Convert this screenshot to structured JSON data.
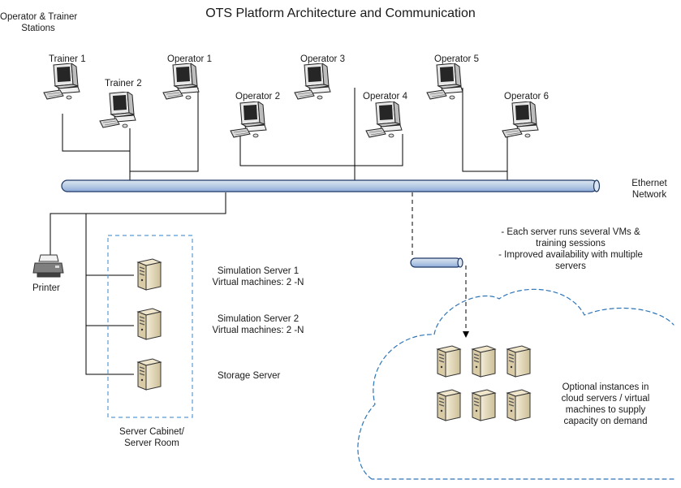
{
  "diagram": {
    "title": "OTS Platform Architecture and Communication",
    "stations_group_label": [
      "Operator & Trainer",
      "Stations"
    ],
    "network_label": [
      "Ethernet",
      "Network"
    ],
    "workstations": [
      {
        "id": "trainer-1",
        "label": "Trainer 1",
        "icon": "desktop-computer-icon"
      },
      {
        "id": "trainer-2",
        "label": "Trainer 2",
        "icon": "desktop-computer-icon"
      },
      {
        "id": "operator-1",
        "label": "Operator 1",
        "icon": "desktop-computer-icon"
      },
      {
        "id": "operator-2",
        "label": "Operator 2",
        "icon": "desktop-computer-icon"
      },
      {
        "id": "operator-3",
        "label": "Operator 3",
        "icon": "desktop-computer-icon"
      },
      {
        "id": "operator-4",
        "label": "Operator 4",
        "icon": "desktop-computer-icon"
      },
      {
        "id": "operator-5",
        "label": "Operator 5",
        "icon": "desktop-computer-icon"
      },
      {
        "id": "operator-6",
        "label": "Operator 6",
        "icon": "desktop-computer-icon"
      }
    ],
    "printer_label": "Printer",
    "servers": [
      {
        "id": "sim-server-1",
        "lines": [
          "Simulation Server 1",
          "Virtual machines: 2 -N"
        ],
        "icon": "server-tower-icon"
      },
      {
        "id": "sim-server-2",
        "lines": [
          "Simulation Server 2",
          "Virtual machines: 2 -N"
        ],
        "icon": "server-tower-icon"
      },
      {
        "id": "storage-server",
        "lines": [
          "Storage Server"
        ],
        "icon": "server-tower-icon"
      }
    ],
    "cabinet_label": [
      "Server Cabinet/",
      "Server Room"
    ],
    "notes": [
      "- Each server runs several VMs &",
      "training sessions",
      "- Improved availability with multiple",
      "servers"
    ],
    "cloud_label": [
      "Optional instances in",
      "cloud servers / virtual",
      "machines to supply",
      "capacity on demand"
    ],
    "cloud_server_count": 6,
    "colors": {
      "bus_fill": "#b8cce4",
      "bus_stroke": "#1f3864",
      "cloud_dash": "#2e75b6",
      "cabinet_dash": "#5b9bd5",
      "line": "#000000"
    }
  }
}
